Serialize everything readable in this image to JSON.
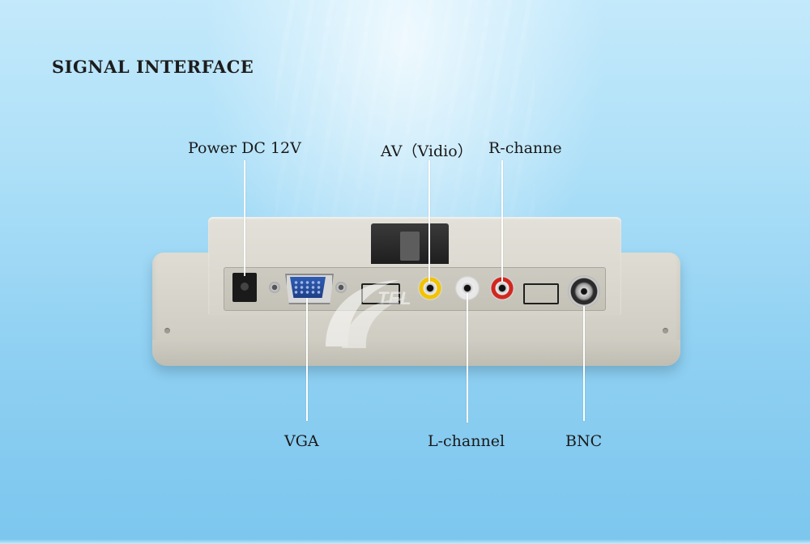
{
  "title": "SIGNAL INTERFACE",
  "labels": {
    "power": "Power DC 12V",
    "av": "AV（Vidio）",
    "r_channel": "R-channe",
    "vga": "VGA",
    "l_channel": "L-channel",
    "bnc": "BNC"
  },
  "device": {
    "color": "#d6d4ca",
    "ports": [
      {
        "name": "dc-power-jack",
        "color": "#1a1a1a"
      },
      {
        "name": "vga-port",
        "color": "#2f5db3"
      },
      {
        "name": "hdmi-cover",
        "color": "#1f1f1f"
      },
      {
        "name": "av-rca-jack",
        "color": "#f2c300"
      },
      {
        "name": "l-channel-rca-jack",
        "color": "#e8e8e8"
      },
      {
        "name": "r-channel-rca-jack",
        "color": "#d0271f"
      },
      {
        "name": "blank-cover",
        "color": "#1f1f1f"
      },
      {
        "name": "bnc-connector",
        "color": "#2a2a2a"
      }
    ]
  },
  "colors": {
    "background_top": "#c3e9fb",
    "background_bottom": "#7cc6ee",
    "leader_lines": "#ffffff",
    "text": "#1a1a1a"
  },
  "icons": [
    "watermark-logo-icon"
  ]
}
